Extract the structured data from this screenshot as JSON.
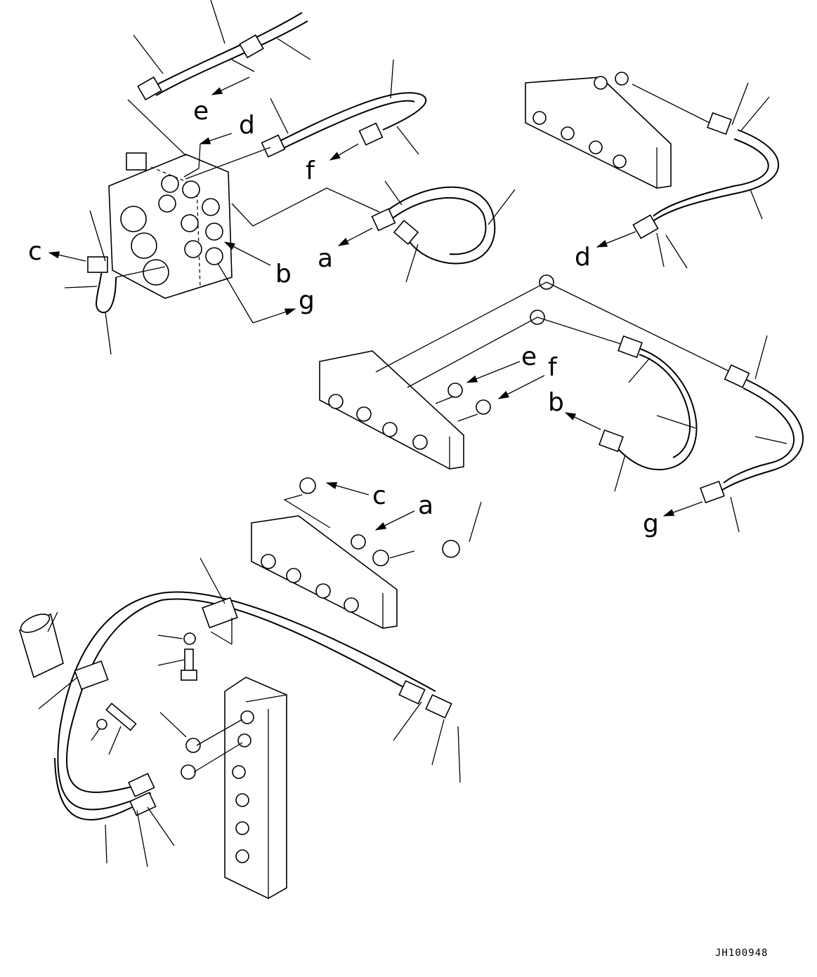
{
  "diagram": {
    "callouts": {
      "a1": "a",
      "b1": "b",
      "c1": "c",
      "d1": "d",
      "e1": "e",
      "f1": "f",
      "g1": "g",
      "a2": "a",
      "b2": "b",
      "c2": "c",
      "d2": "d",
      "e2": "e",
      "f2": "f",
      "g2": "g"
    },
    "drawing_code": "JH100948"
  }
}
